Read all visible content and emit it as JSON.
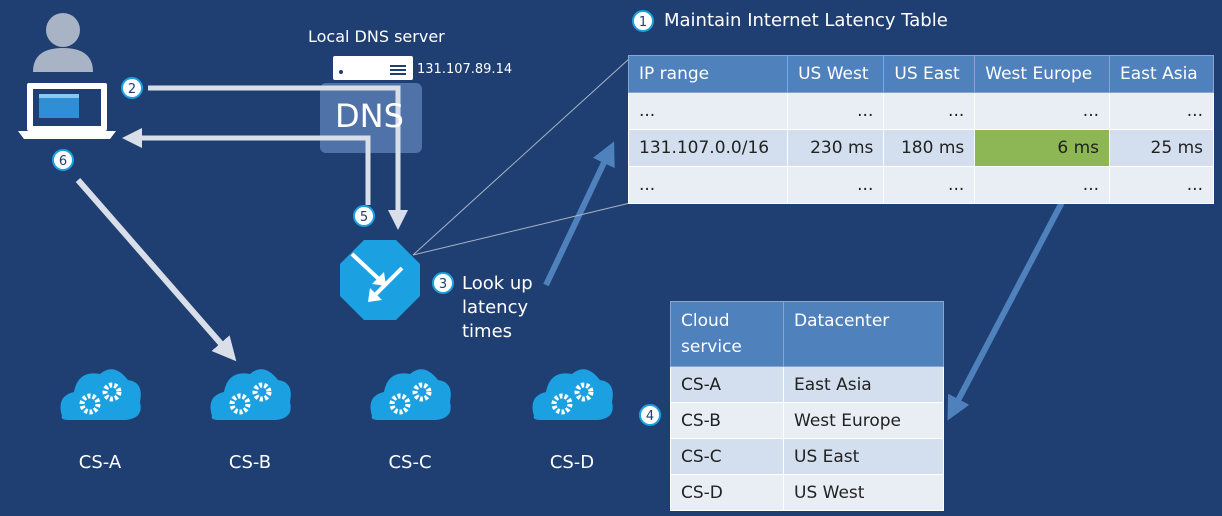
{
  "dns_server": {
    "title": "Local DNS server",
    "ip": "131.107.89.14",
    "badge": "DNS"
  },
  "step1_title": "Maintain Internet Latency Table",
  "step3_label": "Look up latency times",
  "step_numbers": [
    "1",
    "2",
    "3",
    "4",
    "5",
    "6"
  ],
  "latency_table": {
    "headers": [
      "IP range",
      "US West",
      "US East",
      "West Europe",
      "East Asia"
    ],
    "rows": [
      [
        "...",
        "...",
        "...",
        "...",
        "..."
      ],
      [
        "131.107.0.0/16",
        "230 ms",
        "180 ms",
        "6 ms",
        "25 ms"
      ],
      [
        "...",
        "...",
        "...",
        "...",
        "..."
      ]
    ]
  },
  "datacenter_table": {
    "headers": [
      "Cloud service",
      "Datacenter"
    ],
    "rows": [
      [
        "CS-A",
        "East Asia"
      ],
      [
        "CS-B",
        "West Europe"
      ],
      [
        "CS-C",
        "US East"
      ],
      [
        "CS-D",
        "US West"
      ]
    ]
  },
  "cloud_services": [
    "CS-A",
    "CS-B",
    "CS-C",
    "CS-D"
  ],
  "colors": {
    "background": "#1f3f72",
    "header_blue": "#4f81bd",
    "highlight_green": "#8db654",
    "icon_blue": "#1ba1e2",
    "arrow": "#d9dfe8"
  }
}
